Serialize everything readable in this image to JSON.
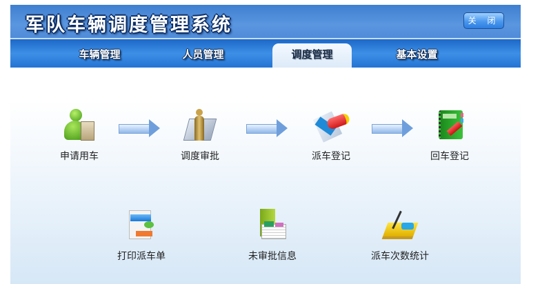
{
  "header": {
    "title": "军队车辆调度管理系统",
    "close_label": "关 闭"
  },
  "nav": {
    "tabs": [
      {
        "label": "车辆管理"
      },
      {
        "label": "人员管理"
      },
      {
        "label": "调度管理",
        "active": true
      },
      {
        "label": "基本设置"
      }
    ]
  },
  "workflow": [
    {
      "label": "申请用车",
      "icon": "user-bag-icon"
    },
    {
      "label": "调度审批",
      "icon": "approval-figure-icon"
    },
    {
      "label": "派车登记",
      "icon": "dispatch-scroll-icon"
    },
    {
      "label": "回车登记",
      "icon": "return-notebook-icon"
    }
  ],
  "tools": [
    {
      "label": "打印派车单",
      "icon": "print-form-icon"
    },
    {
      "label": "未审批信息",
      "icon": "pending-folder-icon"
    },
    {
      "label": "派车次数统计",
      "icon": "statistics-book-icon"
    }
  ],
  "colors": {
    "header": "#4f8bd8",
    "nav": "#2474d4",
    "accent": "#3d8fe6"
  }
}
